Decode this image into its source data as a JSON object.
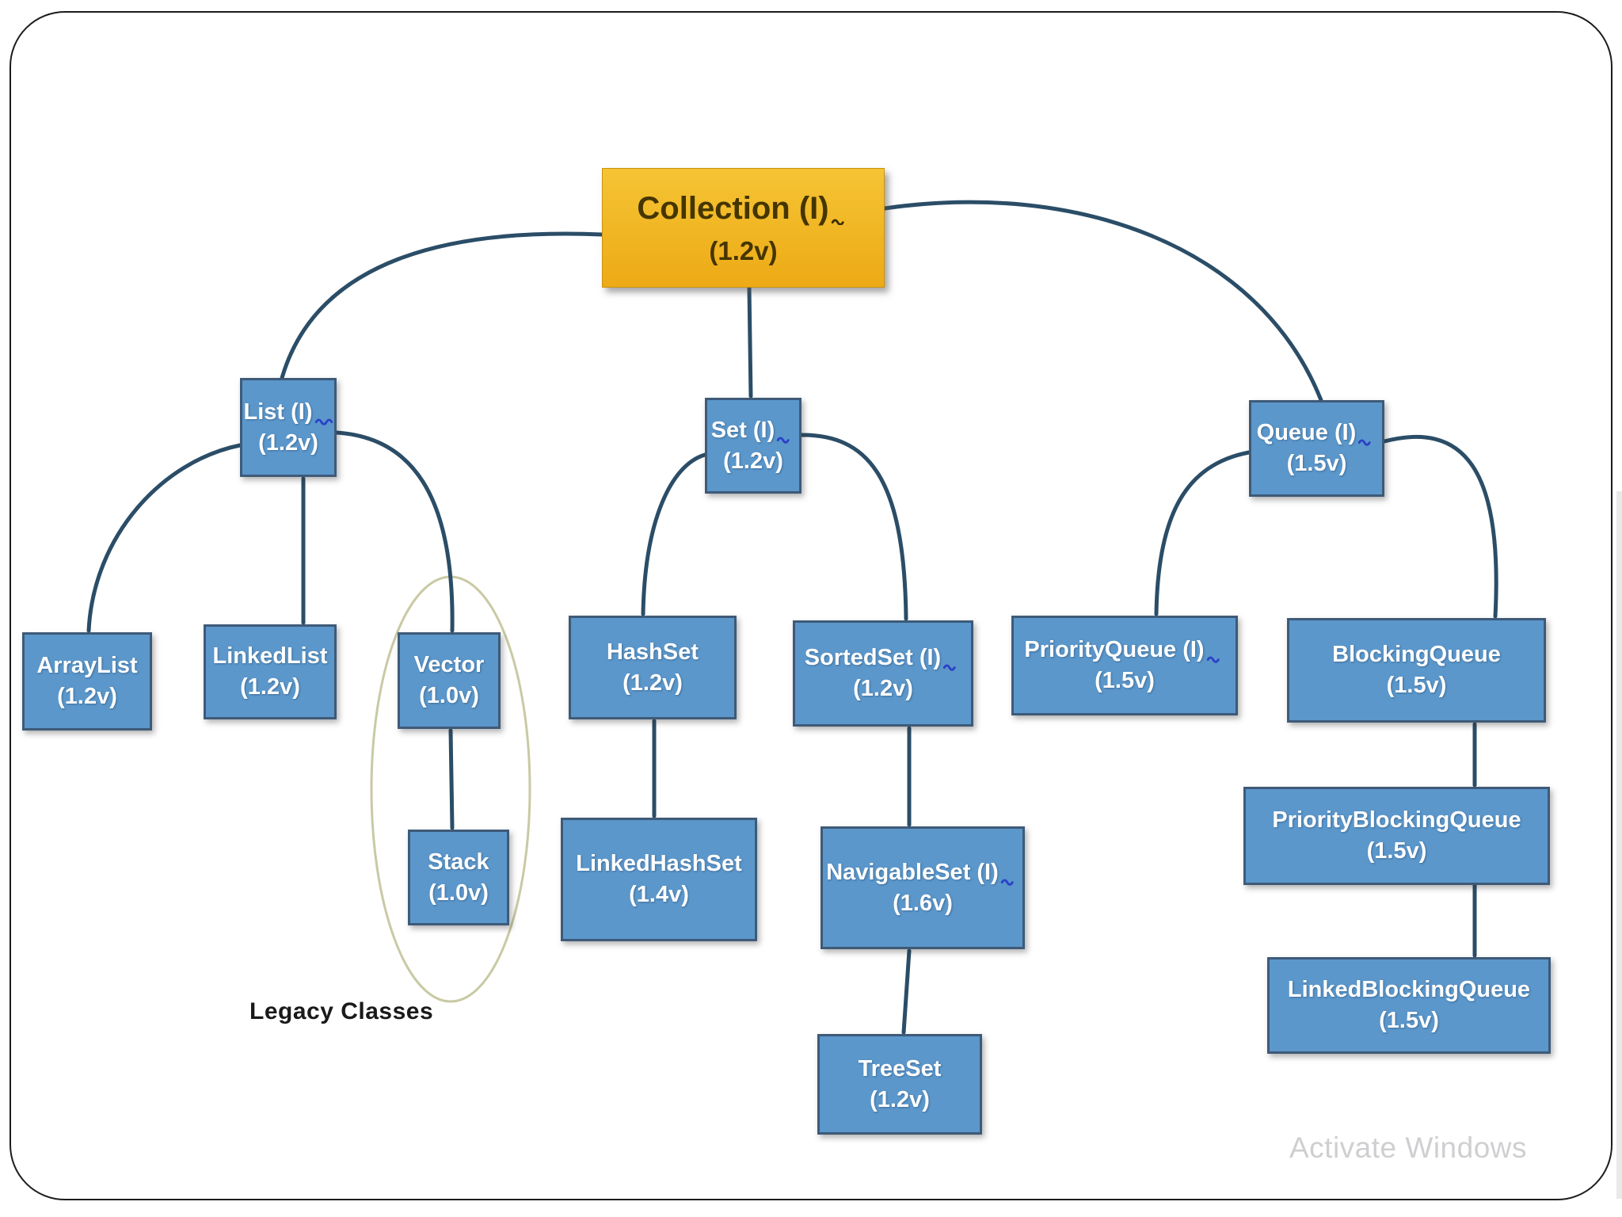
{
  "slide": {
    "background": "#ffffff"
  },
  "colors": {
    "slide_border": "#1c1c1c",
    "node_fill": "#5b97cb",
    "node_border": "#3e5a78",
    "node_text": "#ffffff",
    "root_fill_top": "#f5c434",
    "root_fill_bottom": "#edaa16",
    "root_border": "#c9920f",
    "root_text": "#453500",
    "connector": "#2b4d67",
    "legacy_ellipse": "#c9c9a4",
    "legacy_text": "#1a1a1a",
    "squiggle": "#2a41c8",
    "watermark_text": "#cfcfd2"
  },
  "diagram": {
    "nodes": [
      {
        "id": "collection",
        "label": "Collection (I)",
        "version": "(1.2v)"
      },
      {
        "id": "list",
        "label": "List (I)",
        "version": "(1.2v)"
      },
      {
        "id": "set",
        "label": "Set (I)",
        "version": "(1.2v)"
      },
      {
        "id": "queue",
        "label": "Queue (I)",
        "version": "(1.5v)"
      },
      {
        "id": "arraylist",
        "label": "ArrayList",
        "version": "(1.2v)"
      },
      {
        "id": "linkedlist",
        "label": "LinkedList",
        "version": "(1.2v)"
      },
      {
        "id": "vector",
        "label": "Vector",
        "version": "(1.0v)"
      },
      {
        "id": "stack",
        "label": "Stack",
        "version": "(1.0v)"
      },
      {
        "id": "hashset",
        "label": "HashSet",
        "version": "(1.2v)"
      },
      {
        "id": "sortedset",
        "label": "SortedSet (I)",
        "version": "(1.2v)"
      },
      {
        "id": "linkedhashset",
        "label": "LinkedHashSet",
        "version": "(1.4v)"
      },
      {
        "id": "navigableset",
        "label": "NavigableSet (I)",
        "version": "(1.6v)"
      },
      {
        "id": "treeset",
        "label": "TreeSet",
        "version": "(1.2v)"
      },
      {
        "id": "priorityqueue",
        "label": "PriorityQueue (I)",
        "version": "(1.5v)"
      },
      {
        "id": "blockingqueue",
        "label": "BlockingQueue",
        "version": "(1.5v)"
      },
      {
        "id": "priorityblockingqueue",
        "label": "PriorityBlockingQueue",
        "version": "(1.5v)"
      },
      {
        "id": "linkedblockingqueue",
        "label": "LinkedBlockingQueue",
        "version": "(1.5v)"
      }
    ],
    "edges": [
      [
        "collection",
        "list"
      ],
      [
        "collection",
        "set"
      ],
      [
        "collection",
        "queue"
      ],
      [
        "list",
        "arraylist"
      ],
      [
        "list",
        "linkedlist"
      ],
      [
        "list",
        "vector"
      ],
      [
        "vector",
        "stack"
      ],
      [
        "set",
        "hashset"
      ],
      [
        "set",
        "sortedset"
      ],
      [
        "hashset",
        "linkedhashset"
      ],
      [
        "sortedset",
        "navigableset"
      ],
      [
        "navigableset",
        "treeset"
      ],
      [
        "queue",
        "priorityqueue"
      ],
      [
        "queue",
        "blockingqueue"
      ],
      [
        "blockingqueue",
        "priorityblockingqueue"
      ],
      [
        "priorityblockingqueue",
        "linkedblockingqueue"
      ]
    ],
    "legacy_annotation": {
      "label": "Legacy Classes",
      "circled": [
        "Vector",
        "Stack"
      ]
    }
  },
  "watermark": {
    "text": "Activate Windows"
  }
}
